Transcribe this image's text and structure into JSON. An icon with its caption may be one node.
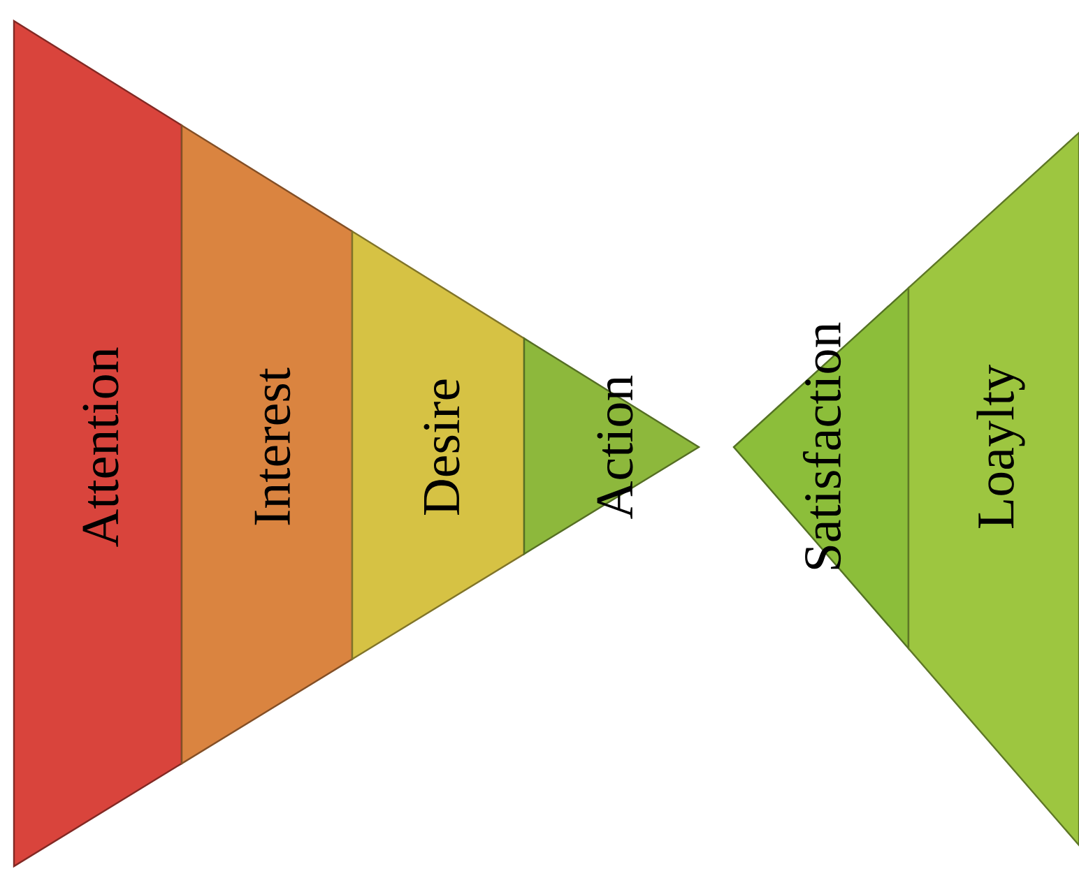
{
  "diagram": {
    "nodes": [
      {
        "text": [
          "Attention"
        ]
      },
      {
        "text": [
          "Interest"
        ]
      },
      {
        "text": [
          "Desire"
        ]
      },
      {
        "text": [
          "Action"
        ]
      },
      {
        "text": [
          "Satisfaction"
        ]
      },
      {
        "text": [
          "Loaylty"
        ]
      }
    ]
  }
}
